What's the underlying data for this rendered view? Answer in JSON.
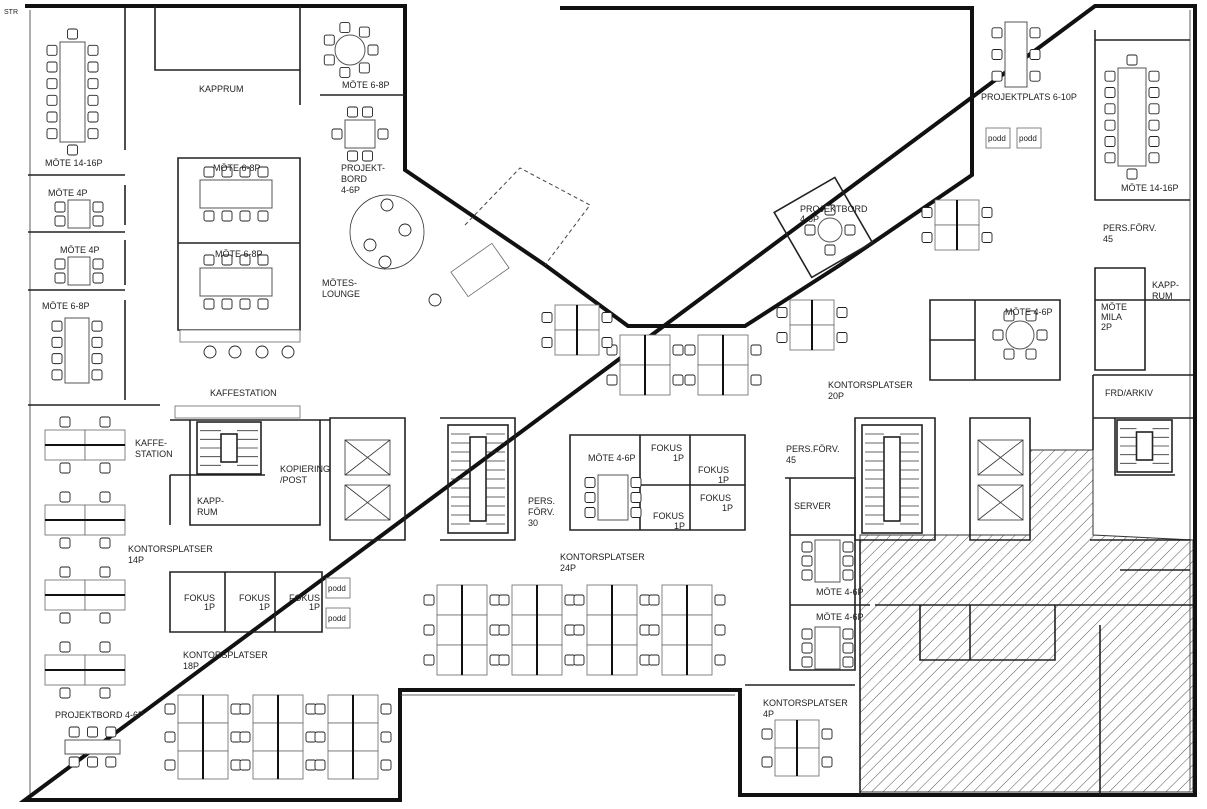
{
  "title": "STR",
  "labels": {
    "kapprum_top": [
      "KAPPRUM"
    ],
    "mote_68_round": [
      "MÖTE 6-8P"
    ],
    "mote_1416_left": [
      "MÖTE 14-16P"
    ],
    "mote_68_a": [
      "MÖTE 6-8P"
    ],
    "projektbord_left": [
      "PROJEKT-",
      "BORD",
      "4-6P"
    ],
    "mote_4_a": [
      "MÖTE 4P"
    ],
    "mote_68_b": [
      "MÖTE 6-8P"
    ],
    "mote_4_b": [
      "MÖTE 4P"
    ],
    "moteslounge": [
      "MÖTES-",
      "LOUNGE"
    ],
    "mote_68_left": [
      "MÖTE 6-8P"
    ],
    "kaffestation": [
      "KAFFESTATION"
    ],
    "kaffe_station": [
      "KAFFE-",
      "STATION"
    ],
    "kopiering": [
      "KOPIERING",
      "/POST"
    ],
    "kapp_rum_left": [
      "KAPP-",
      "RUM"
    ],
    "pers_forv_30": [
      "PERS.",
      "FÖRV.",
      "30"
    ],
    "mote_46_center": [
      "MÖTE 4-6P"
    ],
    "fokus_c1": [
      "FOKUS",
      "1P"
    ],
    "fokus_c2": [
      "FOKUS",
      "1P"
    ],
    "fokus_c3": [
      "FOKUS",
      "1P"
    ],
    "fokus_c4": [
      "FOKUS",
      "1P"
    ],
    "pers_forv_45_center": [
      "PERS.FÖRV.",
      "45"
    ],
    "server": [
      "SERVER"
    ],
    "kontor_20p": [
      "KONTORSPLATSER",
      "20P"
    ],
    "projektbord_right": [
      "PROJEKTBORD",
      "4-6P"
    ],
    "projektplats": [
      "PROJEKTPLATS 6-10P"
    ],
    "mote_1416_right": [
      "MÖTE 14-16P"
    ],
    "pers_forv_45_right": [
      "PERS.FÖRV.",
      "45"
    ],
    "kapp_rum_right": [
      "KAPP-",
      "RUM"
    ],
    "mote_mila": [
      "MÖTE",
      "MILA",
      "2P"
    ],
    "mote_46_right": [
      "MÖTE 4-6P"
    ],
    "frd_arkiv": [
      "FRD/ARKIV"
    ],
    "kontor_14p": [
      "KONTORSPLATSER",
      "14P"
    ],
    "kontor_24p": [
      "KONTORSPLATSER",
      "24P"
    ],
    "fokus_l1": [
      "FOKUS",
      "1P"
    ],
    "fokus_l2": [
      "FOKUS",
      "1P"
    ],
    "fokus_l3": [
      "FOKUS",
      "1P"
    ],
    "mote_46_s1": [
      "MÖTE 4-6P"
    ],
    "mote_46_s2": [
      "MÖTE 4-6P"
    ],
    "kontor_18p": [
      "KONTORSPLATSER",
      "18P"
    ],
    "projektbord_bottom": [
      "PROJEKTBORD 4-6P"
    ],
    "kontor_4p": [
      "KONTORSPLATSER",
      "4P"
    ]
  },
  "pods": [
    "podd",
    "podd",
    "podd",
    "podd"
  ]
}
